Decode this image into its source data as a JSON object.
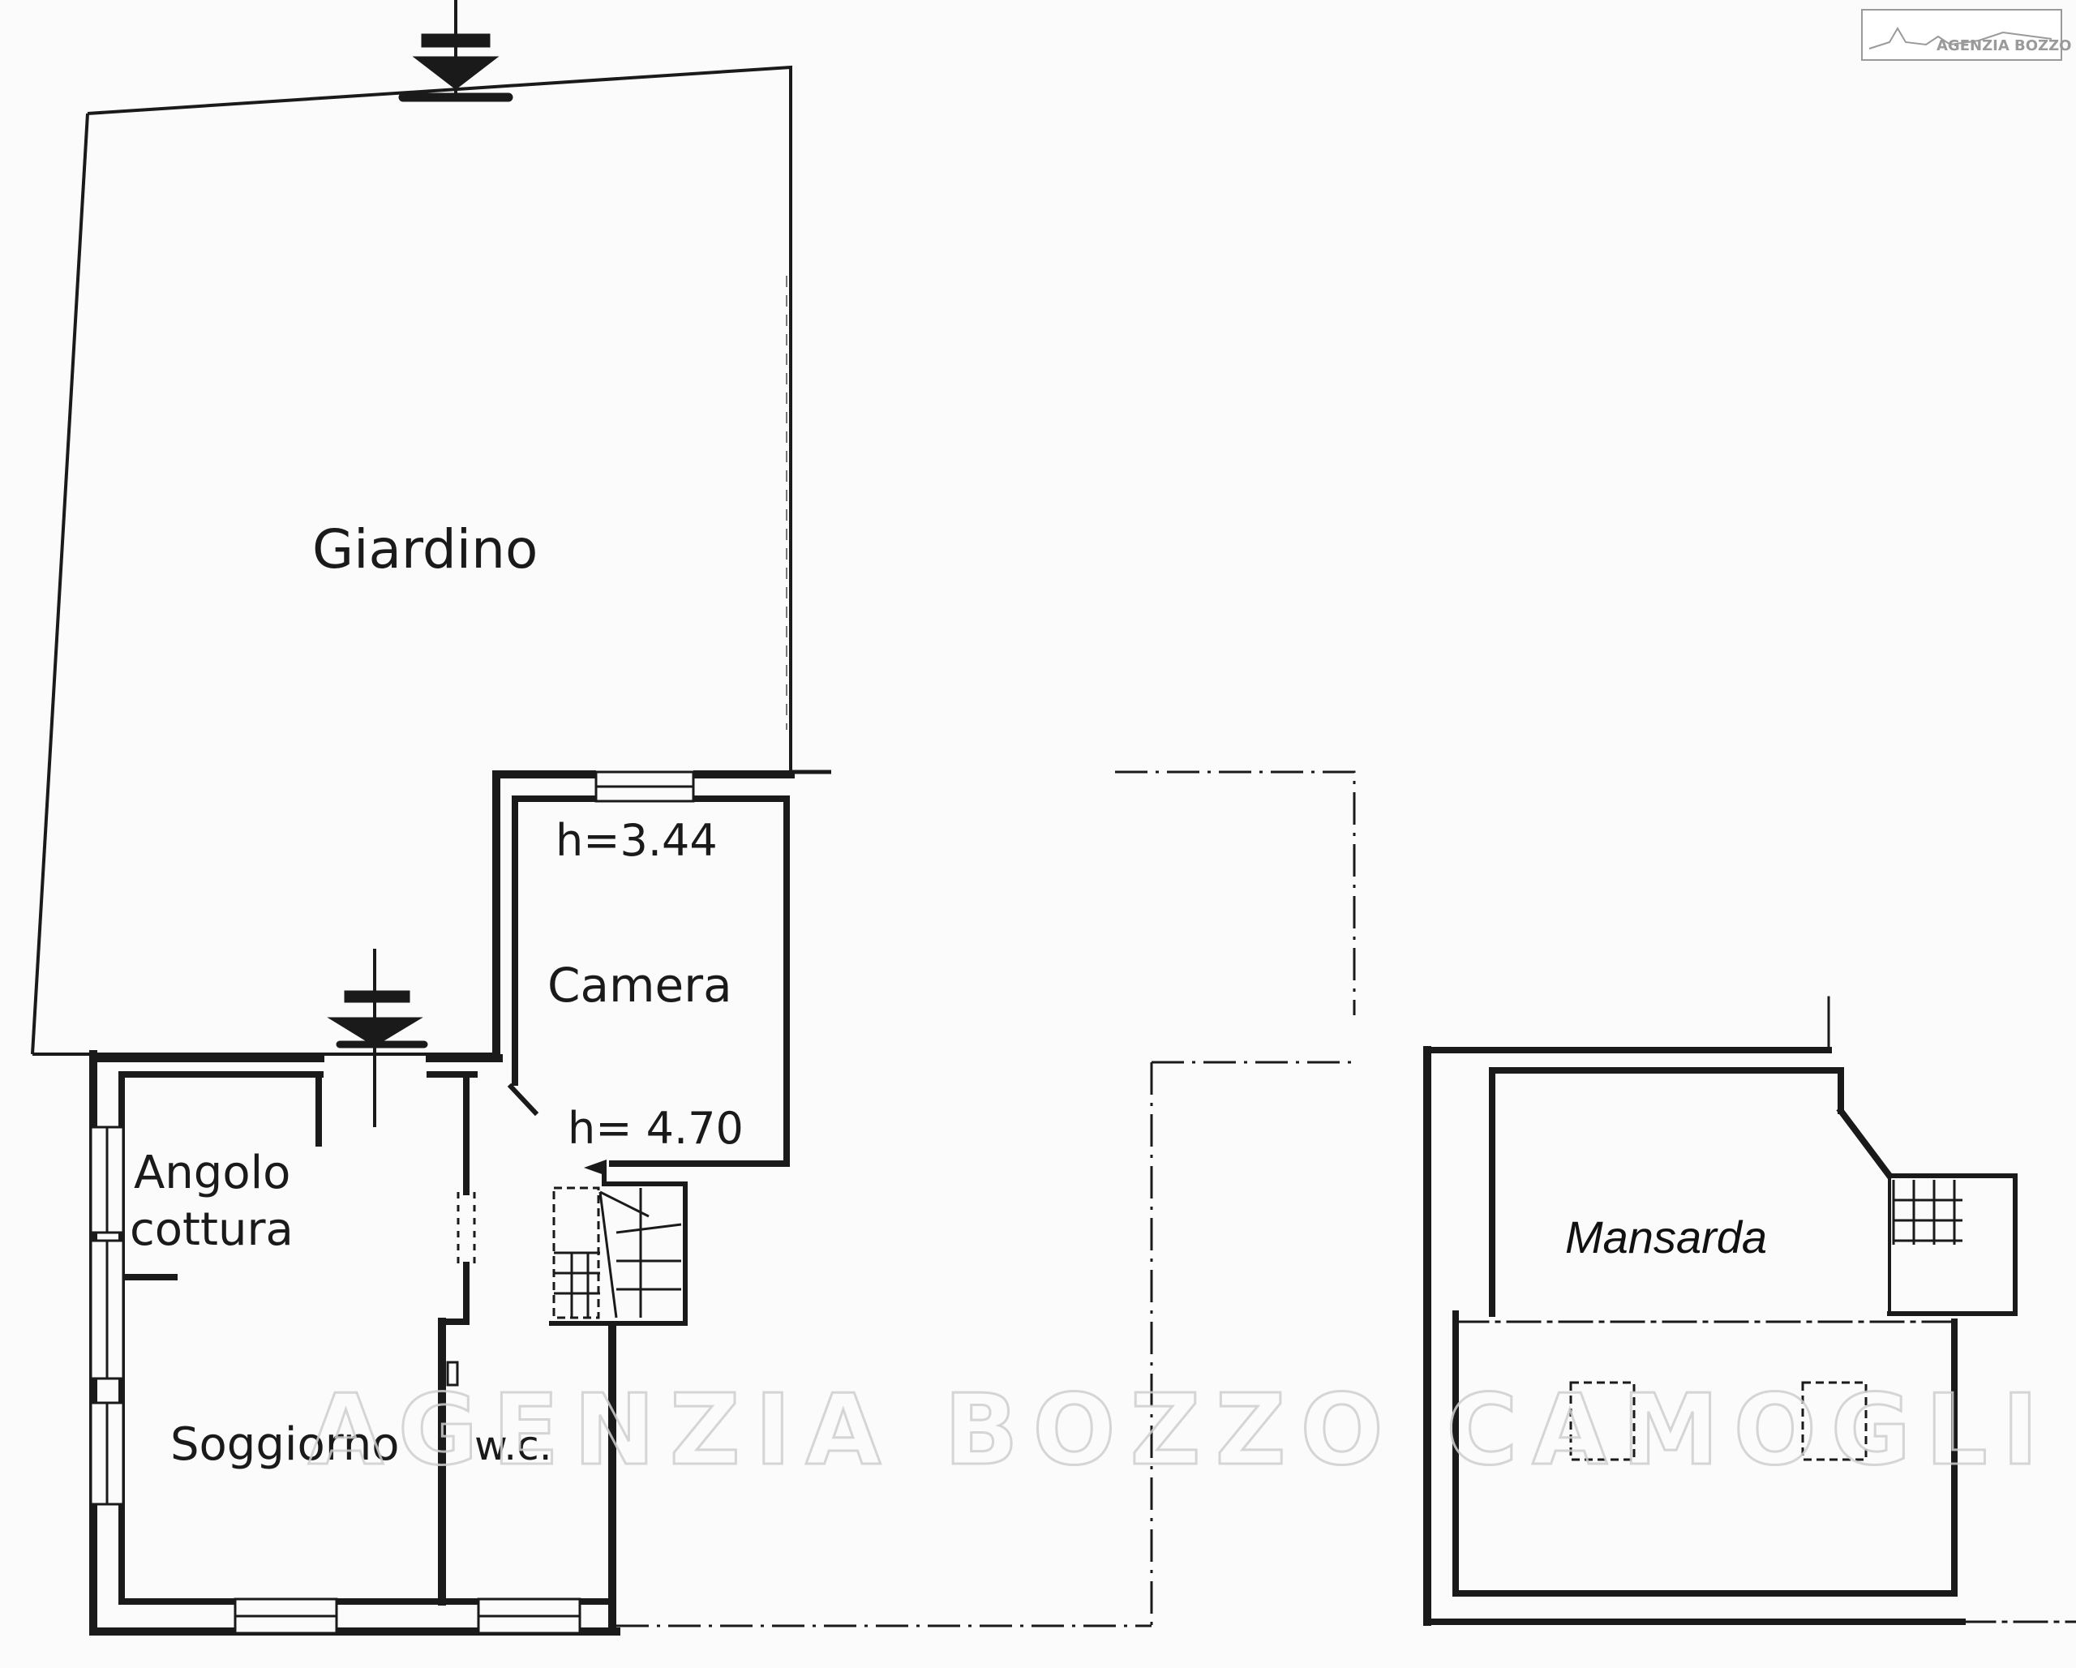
{
  "labels": {
    "giardino": "Giardino",
    "camera": "Camera",
    "h_top": "h=3.44",
    "h_bottom": "h= 4.70",
    "angolo_line1": "Angolo",
    "angolo_line2": "cottura",
    "soggiorno": "Soggiorno",
    "wc": "w.c.",
    "mansarda": "Mansarda"
  },
  "watermark": "AGENZIA BOZZO CAMOGLI",
  "logo": "AGENZIA BOZZO",
  "colors": {
    "wall": "#1a1a1a",
    "background": "#fbfbfb",
    "watermark": "#cfcfcf"
  }
}
